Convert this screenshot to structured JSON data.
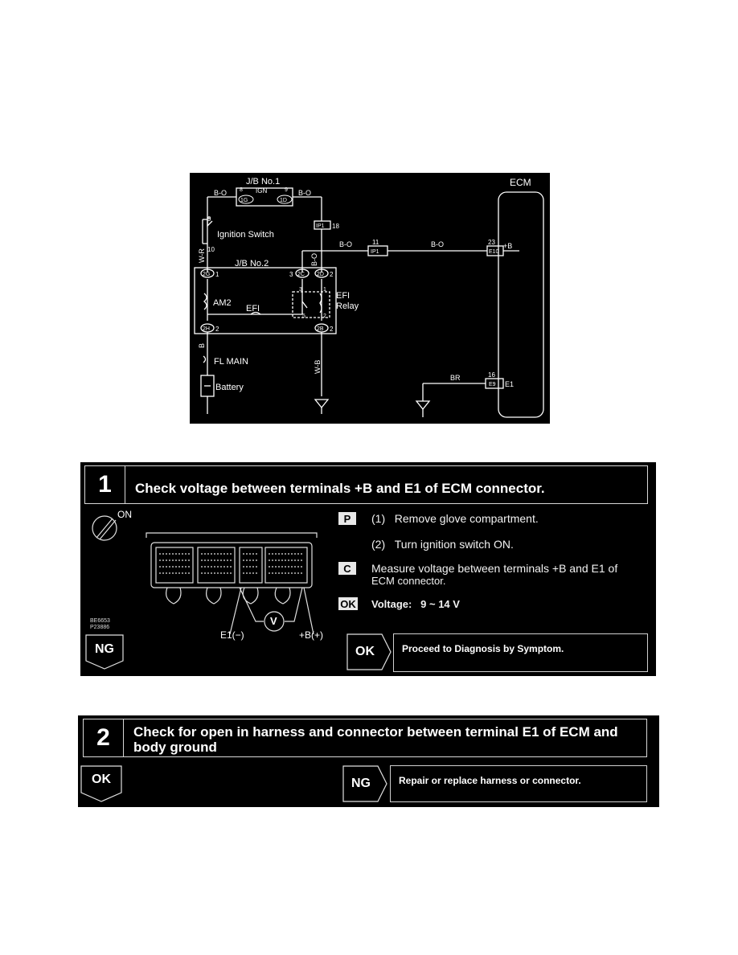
{
  "diagram": {
    "jb1": "J/B No.1",
    "ign": "IGN",
    "ecm": "ECM",
    "wires": {
      "bo_left": "B-O",
      "bo_right": "B-O",
      "bo_mid1": "B-O",
      "bo_mid2": "B-O",
      "bo_vert": "B-O",
      "wr": "W-R",
      "b": "B",
      "wb": "W-B",
      "br": "BR"
    },
    "connectors": {
      "c1g": "1G",
      "c1d": "1D",
      "cip1a": "IP1",
      "cip1b": "IP1",
      "c2g": "2G",
      "c2c": "2C",
      "c2d": "2D",
      "c2h": "2H",
      "c2b": "2B",
      "ce10": "E10",
      "ce9": "E9"
    },
    "pins": {
      "p8": "8",
      "p9": "9",
      "p9b": "9",
      "p10": "10",
      "p18": "18",
      "p11": "11",
      "p23": "23",
      "p1": "1",
      "p3": "3",
      "p2a": "2",
      "p2b": "2",
      "p2c": "2",
      "p16": "16",
      "r3": "3",
      "r1": "1",
      "r5": "5",
      "r2": "2"
    },
    "ignition_switch": "Ignition Switch",
    "jb2": "J/B No.2",
    "am2": "AM2",
    "efi": "EFI",
    "efi_relay_1": "EFI",
    "efi_relay_2": "Relay",
    "fl_main": "FL MAIN",
    "battery": "Battery",
    "plus_b": "+B",
    "e1": "E1"
  },
  "step1": {
    "number": "1",
    "title": "Check voltage between terminals +B and E1 of ECM connector.",
    "on_label": "ON",
    "tag_p": "P",
    "line1": "(1)   Remove glove compartment.",
    "line2": "(2)   Turn ignition switch ON.",
    "tag_c": "C",
    "measure_1": "Measure voltage between terminals +B and E1 of",
    "measure_2": "ECM connector.",
    "tag_ok": "OK",
    "voltage": "Voltage:   9 ~ 14 V",
    "codes_1": "BE6653",
    "codes_2": "P23886",
    "e1_label": "E1(−)",
    "b_label": "+B(+)",
    "v_symbol": "V",
    "ng": "NG",
    "ok": "OK",
    "ok_result": "Proceed to Diagnosis by Symptom."
  },
  "step2": {
    "number": "2",
    "title_1": "Check for open in harness and connector between terminal E1 of ECM and",
    "title_2": "body ground",
    "ok": "OK",
    "ng": "NG",
    "ng_result": "Repair or replace harness or connector."
  }
}
